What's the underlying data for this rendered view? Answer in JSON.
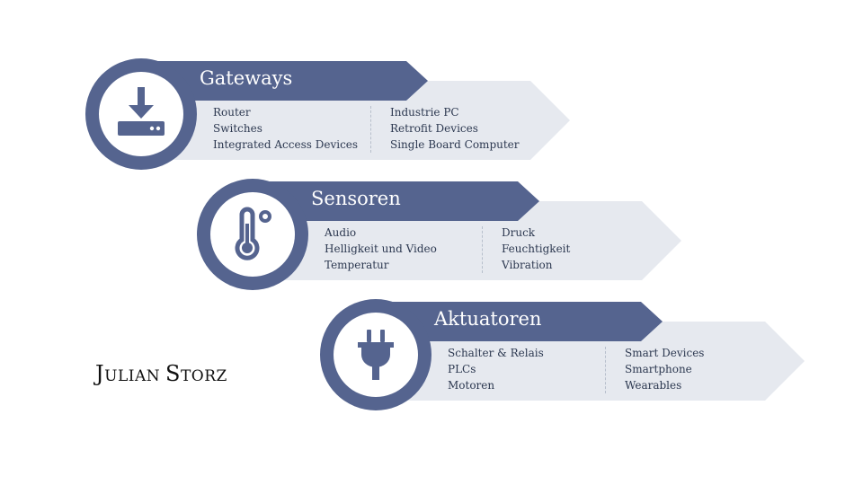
{
  "colors": {
    "primary": "#55648f",
    "light": "#e6e9ef",
    "icon_bg": "#ffffff",
    "text": "#2c3850"
  },
  "brand": {
    "first_initial": "J",
    "first_rest": "ULIAN",
    "last_initial": "S",
    "last_rest": "TORZ"
  },
  "categories": [
    {
      "title": "Gateways",
      "icon": "download-box-icon",
      "left_items": [
        "Router",
        "Switches",
        "Integrated Access Devices"
      ],
      "right_items": [
        "Industrie PC",
        "Retrofit Devices",
        "Single Board Computer"
      ]
    },
    {
      "title": "Sensoren",
      "icon": "thermometer-icon",
      "left_items": [
        "Audio",
        "Helligkeit und Video",
        "Temperatur"
      ],
      "right_items": [
        "Druck",
        "Feuchtigkeit",
        "Vibration"
      ]
    },
    {
      "title": "Aktuatoren",
      "icon": "plug-icon",
      "left_items": [
        "Schalter & Relais",
        "PLCs",
        "Motoren"
      ],
      "right_items": [
        "Smart Devices",
        "Smartphone",
        "Wearables"
      ]
    }
  ]
}
